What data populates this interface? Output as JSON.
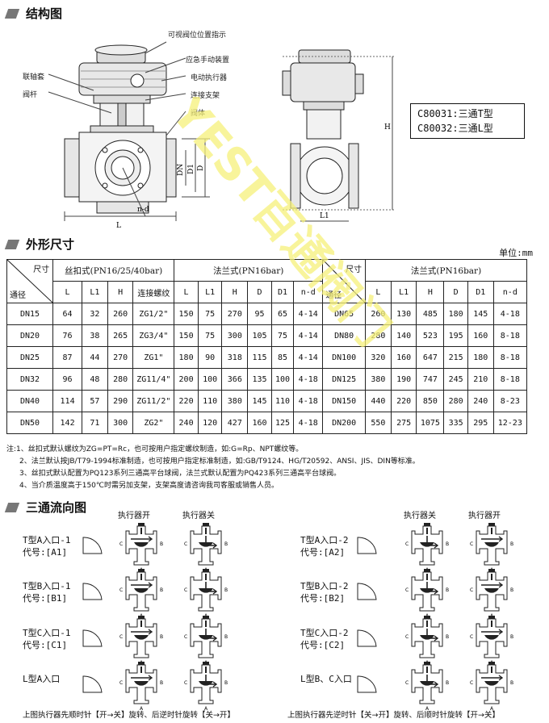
{
  "sections": {
    "structure": "结构图",
    "dimensions": "外形尺寸",
    "flow": "三通流向图"
  },
  "callouts": {
    "position_indicator": "可视阀位位置指示",
    "manual_device": "应急手动装置",
    "actuator": "电动执行器",
    "bracket": "连接支架",
    "coupling": "联轴套",
    "stem": "阀杆",
    "body": "阀体"
  },
  "dim_labels": {
    "DN": "DN",
    "D1": "D1",
    "D": "D",
    "nd": "n-d",
    "L": "L",
    "L1": "L1",
    "H": "H"
  },
  "models": [
    "C80031:三通T型",
    "C80032:三通L型"
  ],
  "unit": "单位:mm",
  "table": {
    "corner_size": "尺寸",
    "corner_dn": "通径",
    "thread_group": "丝扣式(PN16/25/40bar)",
    "flange_group": "法兰式(PN16bar)",
    "flange_group_right": "法兰式(PN16bar)",
    "thread_cols": [
      "L",
      "L1",
      "H",
      "连接螺纹"
    ],
    "flange_cols": [
      "L",
      "L1",
      "H",
      "D",
      "D1",
      "n-d"
    ],
    "right_cols": [
      "L",
      "L1",
      "H",
      "D",
      "D1",
      "n-d"
    ],
    "rows": [
      {
        "dn": "DN15",
        "t": [
          "64",
          "32",
          "260",
          "ZG1/2\""
        ],
        "f": [
          "150",
          "75",
          "270",
          "95",
          "65",
          "4-14"
        ],
        "rdn": "DN65",
        "r": [
          "260",
          "130",
          "485",
          "180",
          "145",
          "4-18"
        ]
      },
      {
        "dn": "DN20",
        "t": [
          "76",
          "38",
          "265",
          "ZG3/4\""
        ],
        "f": [
          "150",
          "75",
          "300",
          "105",
          "75",
          "4-14"
        ],
        "rdn": "DN80",
        "r": [
          "280",
          "140",
          "523",
          "195",
          "160",
          "8-18"
        ]
      },
      {
        "dn": "DN25",
        "t": [
          "87",
          "44",
          "270",
          "ZG1\""
        ],
        "f": [
          "180",
          "90",
          "318",
          "115",
          "85",
          "4-14"
        ],
        "rdn": "DN100",
        "r": [
          "320",
          "160",
          "647",
          "215",
          "180",
          "8-18"
        ]
      },
      {
        "dn": "DN32",
        "t": [
          "96",
          "48",
          "280",
          "ZG11/4\""
        ],
        "f": [
          "200",
          "100",
          "366",
          "135",
          "100",
          "4-18"
        ],
        "rdn": "DN125",
        "r": [
          "380",
          "190",
          "747",
          "245",
          "210",
          "8-18"
        ]
      },
      {
        "dn": "DN40",
        "t": [
          "114",
          "57",
          "290",
          "ZG11/2\""
        ],
        "f": [
          "220",
          "110",
          "380",
          "145",
          "110",
          "4-18"
        ],
        "rdn": "DN150",
        "r": [
          "440",
          "220",
          "850",
          "280",
          "240",
          "8-23"
        ]
      },
      {
        "dn": "DN50",
        "t": [
          "142",
          "71",
          "300",
          "ZG2\""
        ],
        "f": [
          "240",
          "120",
          "427",
          "160",
          "125",
          "4-18"
        ],
        "rdn": "DN200",
        "r": [
          "550",
          "275",
          "1075",
          "335",
          "295",
          "12-23"
        ]
      }
    ]
  },
  "notes": [
    "注:1、丝扣式默认螺纹为ZG=PT=Rc，也可按用户指定螺纹制造，如:G=Rp、NPT螺纹等。",
    "2、法兰默认按JB/T79-1994标准制造，也可按用户指定标准制造，如:GB/T9124、HG/T20592、ANSI、JIS、DIN等标准。",
    "3、丝扣式默认配置为PQ123系列三通高平台球阀，法兰式默认配置为PQ423系列三通高平台球阀。",
    "4、当介质温度高于150℃时需另加支架，支架高度请咨询我司客服或销售人员。"
  ],
  "flow": {
    "left_header_open": "执行器开",
    "left_header_close": "执行器关",
    "right_header_close": "执行器关",
    "right_header_open": "执行器开",
    "left_items": [
      {
        "line1": "T型A入口-1",
        "line2": "代号:[A1]"
      },
      {
        "line1": "T型B入口-1",
        "line2": "代号:[B1]"
      },
      {
        "line1": "T型C入口-1",
        "line2": "代号:[C1]"
      },
      {
        "line1": "L型A入口",
        "line2": ""
      }
    ],
    "right_items": [
      {
        "line1": "T型A入口-2",
        "line2": "代号:[A2]"
      },
      {
        "line1": "T型B入口-2",
        "line2": "代号:[B2]"
      },
      {
        "line1": "T型C入口-2",
        "line2": "代号:[C2]"
      },
      {
        "line1": "L型B、C入口",
        "line2": ""
      }
    ],
    "port_a": "A",
    "port_b": "B",
    "port_c": "C",
    "caption_left": "上图执行器先顺时针【开→关】旋转、后逆时针旋转【关→开】",
    "caption_right": "上图执行器先逆时针【关→开】旋转、后顺时针旋转【开→关】"
  },
  "watermark": "YEST百通阀门"
}
